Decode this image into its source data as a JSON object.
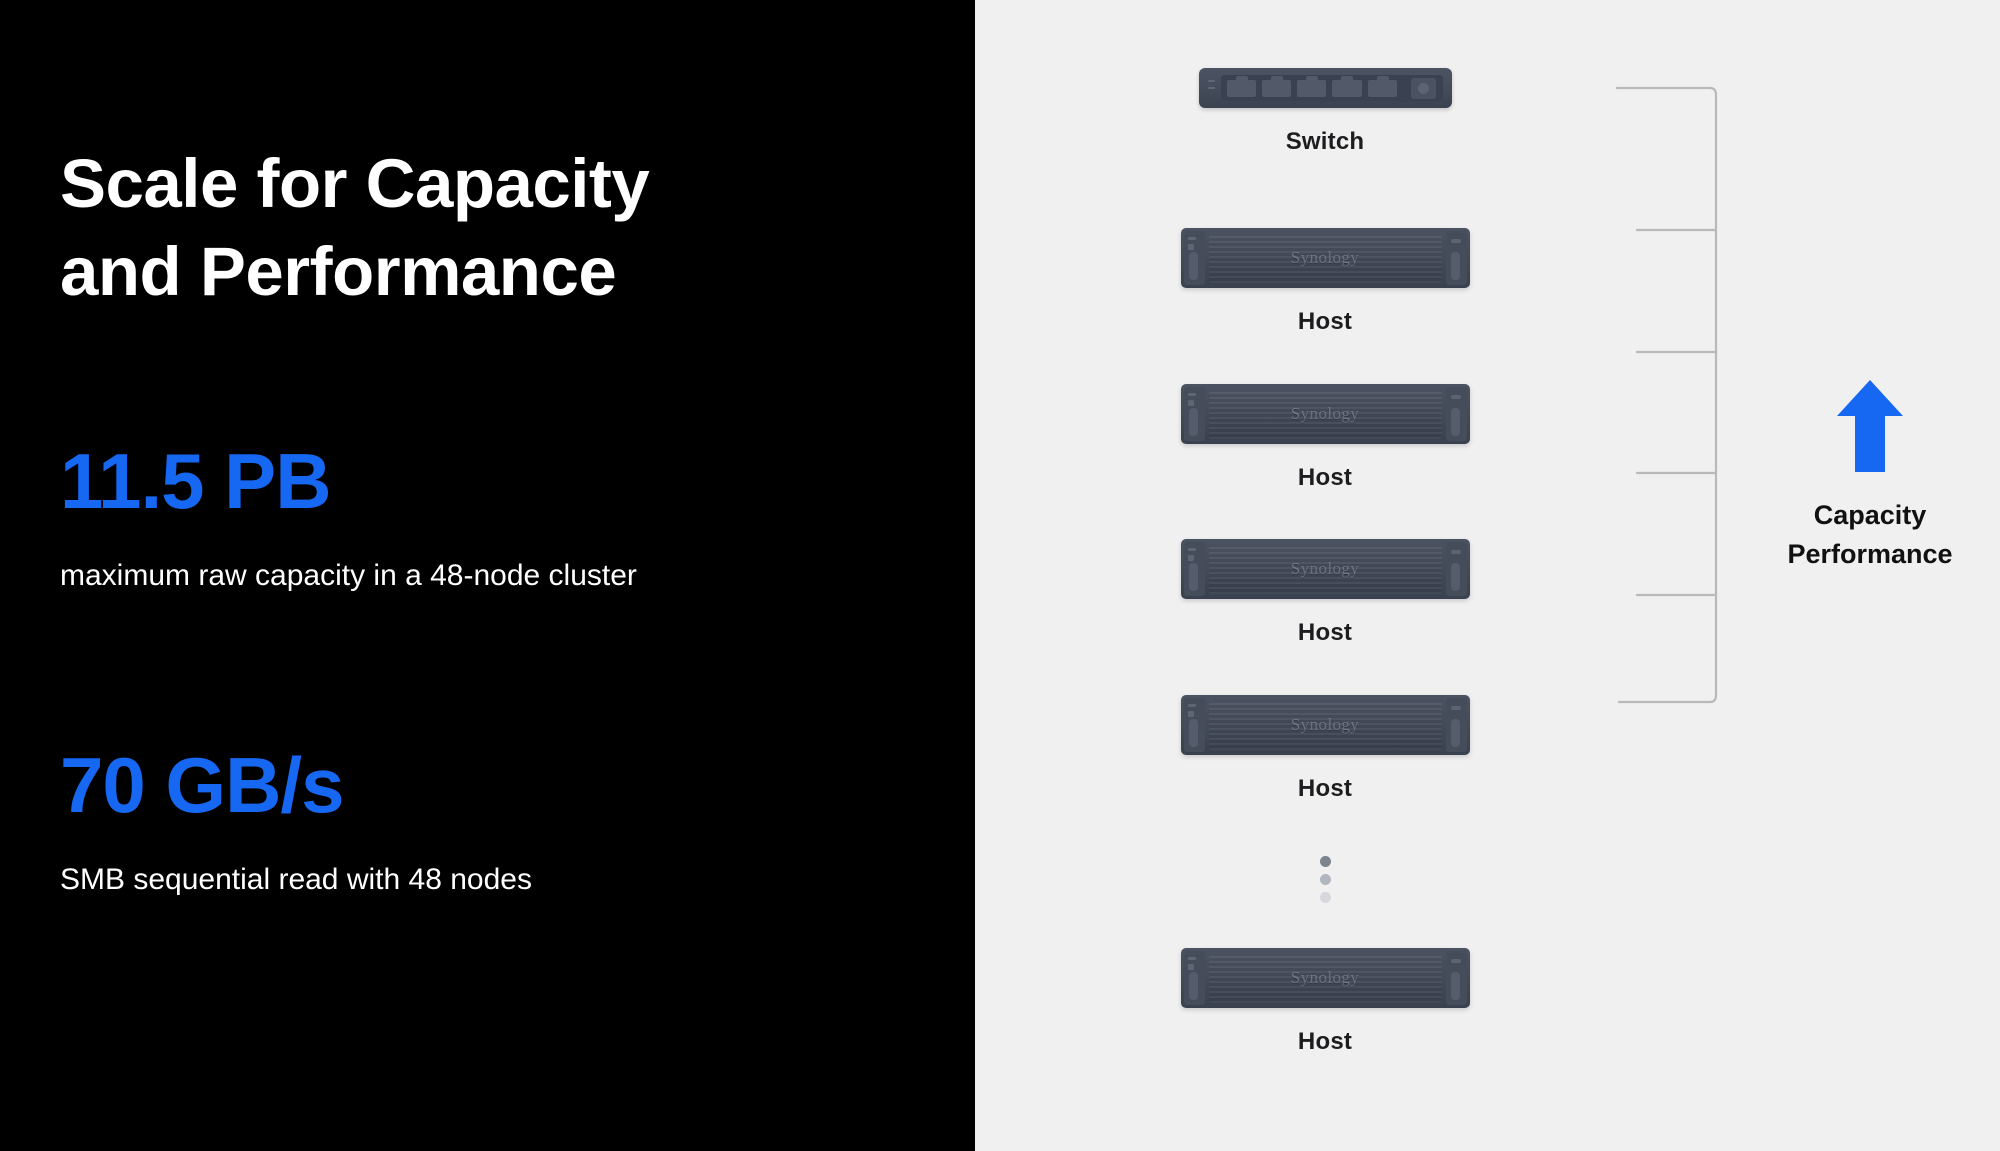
{
  "left": {
    "headline": "Scale for Capacity and Performance",
    "headline_line1": "Scale for Capacity",
    "headline_line2": "and Performance",
    "stats": [
      {
        "value": "11.5 PB",
        "caption": "maximum raw capacity in a 48-node cluster"
      },
      {
        "value": "70 GB/s",
        "caption": "SMB sequential read with 48 nodes"
      }
    ]
  },
  "diagram": {
    "nodes": [
      {
        "type": "switch",
        "label": "Switch",
        "brand": ""
      },
      {
        "type": "server",
        "label": "Host",
        "brand": "Synology"
      },
      {
        "type": "server",
        "label": "Host",
        "brand": "Synology"
      },
      {
        "type": "server",
        "label": "Host",
        "brand": "Synology"
      },
      {
        "type": "server",
        "label": "Host",
        "brand": "Synology"
      },
      {
        "type": "server",
        "label": "Host",
        "brand": "Synology"
      }
    ],
    "continuation_indicator": "vertical-ellipsis",
    "switch_port_count": 5
  },
  "callout": {
    "arrow": "arrow-up-icon",
    "line1": "Capacity",
    "line2": "Performance"
  },
  "colors": {
    "left_background": "#000000",
    "right_background": "#f0f0f0",
    "accent_blue": "#1668f2",
    "text_light": "#ffffff",
    "text_dark": "#111111",
    "device_body": "#434a58",
    "bracket_line": "#b8b8b8"
  }
}
